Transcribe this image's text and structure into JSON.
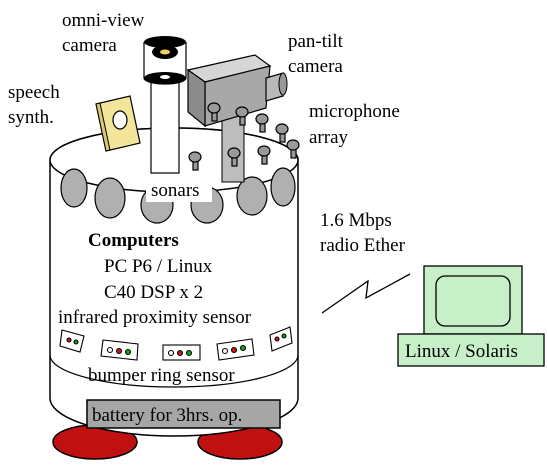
{
  "labels": {
    "omni_camera": [
      "omni-view",
      "camera"
    ],
    "pantilt_camera": [
      "pan-tilt",
      "camera"
    ],
    "speech": [
      "speech",
      "synth."
    ],
    "microphone": [
      "microphone",
      "array"
    ],
    "sonars": "sonars",
    "radio": [
      "1.6 Mbps",
      "radio Ether"
    ],
    "computers": "Computers",
    "pc": "PC P6 / Linux",
    "dsp": "C40 DSP x 2",
    "infrared": "infrared proximity sensor",
    "bumper": "bumper ring sensor",
    "battery": "battery for 3hrs. op.",
    "workstation": "Linux / Solaris"
  },
  "colors": {
    "body_gray": "#bdbdbd",
    "sonar_gray": "#b0b0b0",
    "speaker_yellow": "#f2e59a",
    "terminal_green": "#c8f0c8",
    "wheel_red": "#c01010",
    "led_red": "#cc1818",
    "led_green": "#18a018"
  }
}
